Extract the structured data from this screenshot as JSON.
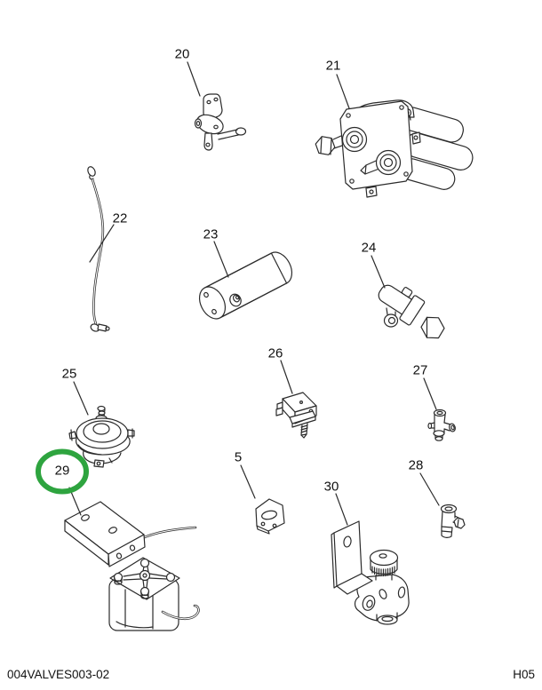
{
  "figure": {
    "kind": "exploded-parts-diagram",
    "line_color": "#2b2b2b",
    "background": "#ffffff"
  },
  "footer": {
    "left_code": "004VALVES003-02",
    "right_code": "H05"
  },
  "highlight": {
    "circled_callout": "29",
    "color": "#2EA43F"
  },
  "callouts": {
    "c5": "5",
    "c20": "20",
    "c21": "21",
    "c22": "22",
    "c23": "23",
    "c24": "24",
    "c25": "25",
    "c26": "26",
    "c27": "27",
    "c28": "28",
    "c29": "29",
    "c30": "30"
  }
}
